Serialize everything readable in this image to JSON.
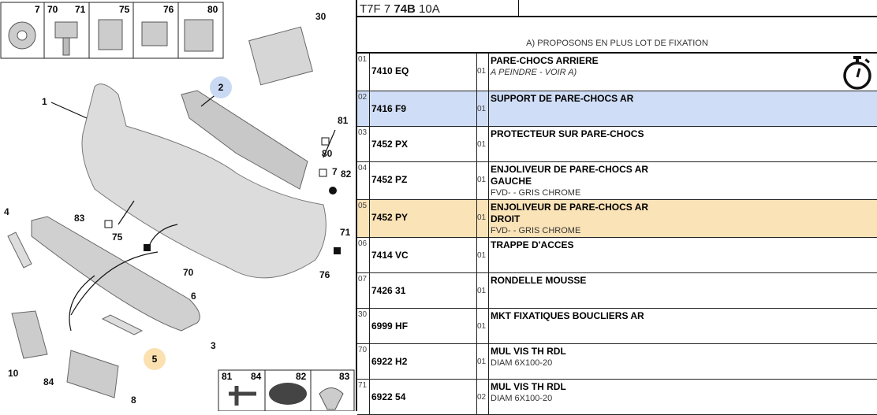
{
  "header": {
    "ref_prefix": "T7F 7 ",
    "ref_bold": "74B",
    "ref_suffix": " 10A"
  },
  "note": "A) PROPOSONS EN PLUS LOT DE FIXATION",
  "rows": [
    {
      "ref": "01",
      "part": "7410 EQ",
      "qty": "01",
      "desc": "PARE-CHOCS ARRIERE",
      "sub": "A PEINDRE - VOIR A)",
      "icon": "stopwatch-icon"
    },
    {
      "ref": "02",
      "part": "7416 F9",
      "qty": "01",
      "desc": "SUPPORT DE PARE-CHOCS AR",
      "highlight": "#d0ddf6"
    },
    {
      "ref": "03",
      "part": "7452 PX",
      "qty": "01",
      "desc": "PROTECTEUR SUR PARE-CHOCS"
    },
    {
      "ref": "04",
      "part": "7452 PZ",
      "qty": "01",
      "desc": "ENJOLIVEUR DE PARE-CHOCS AR",
      "desc2": "GAUCHE",
      "sub": "FVD- - GRIS CHROME"
    },
    {
      "ref": "05",
      "part": "7452 PY",
      "qty": "01",
      "desc": "ENJOLIVEUR DE PARE-CHOCS AR",
      "desc2": "DROIT",
      "sub": "FVD- - GRIS CHROME",
      "highlight": "#fbe3b8"
    },
    {
      "ref": "06",
      "part": "7414 VC",
      "qty": "01",
      "desc": "TRAPPE D'ACCES"
    },
    {
      "ref": "07",
      "part": "7426 31",
      "qty": "01",
      "desc": "RONDELLE MOUSSE"
    },
    {
      "ref": "30",
      "part": "6999 HF",
      "qty": "01",
      "desc": "MKT FIXATIQUES BOUCLIERS AR"
    },
    {
      "ref": "70",
      "part": "6922 H2",
      "qty": "01",
      "desc": "MUL VIS TH RDL",
      "sub": "DIAM 6X100-20"
    },
    {
      "ref": "71",
      "part": "6922 54",
      "qty": "02",
      "desc": "MUL VIS TH RDL",
      "sub": "DIAM 6X100-20"
    }
  ],
  "diagram": {
    "top_boxes": [
      "7",
      "70",
      "71",
      "75",
      "76",
      "80"
    ],
    "bottom_boxes": [
      "81",
      "84",
      "82",
      "83"
    ],
    "callouts": [
      "30",
      "1",
      "2",
      "81",
      "80",
      "7",
      "82",
      "71",
      "76",
      "4",
      "83",
      "75",
      "70",
      "6",
      "5",
      "3",
      "10",
      "84",
      "8"
    ]
  }
}
